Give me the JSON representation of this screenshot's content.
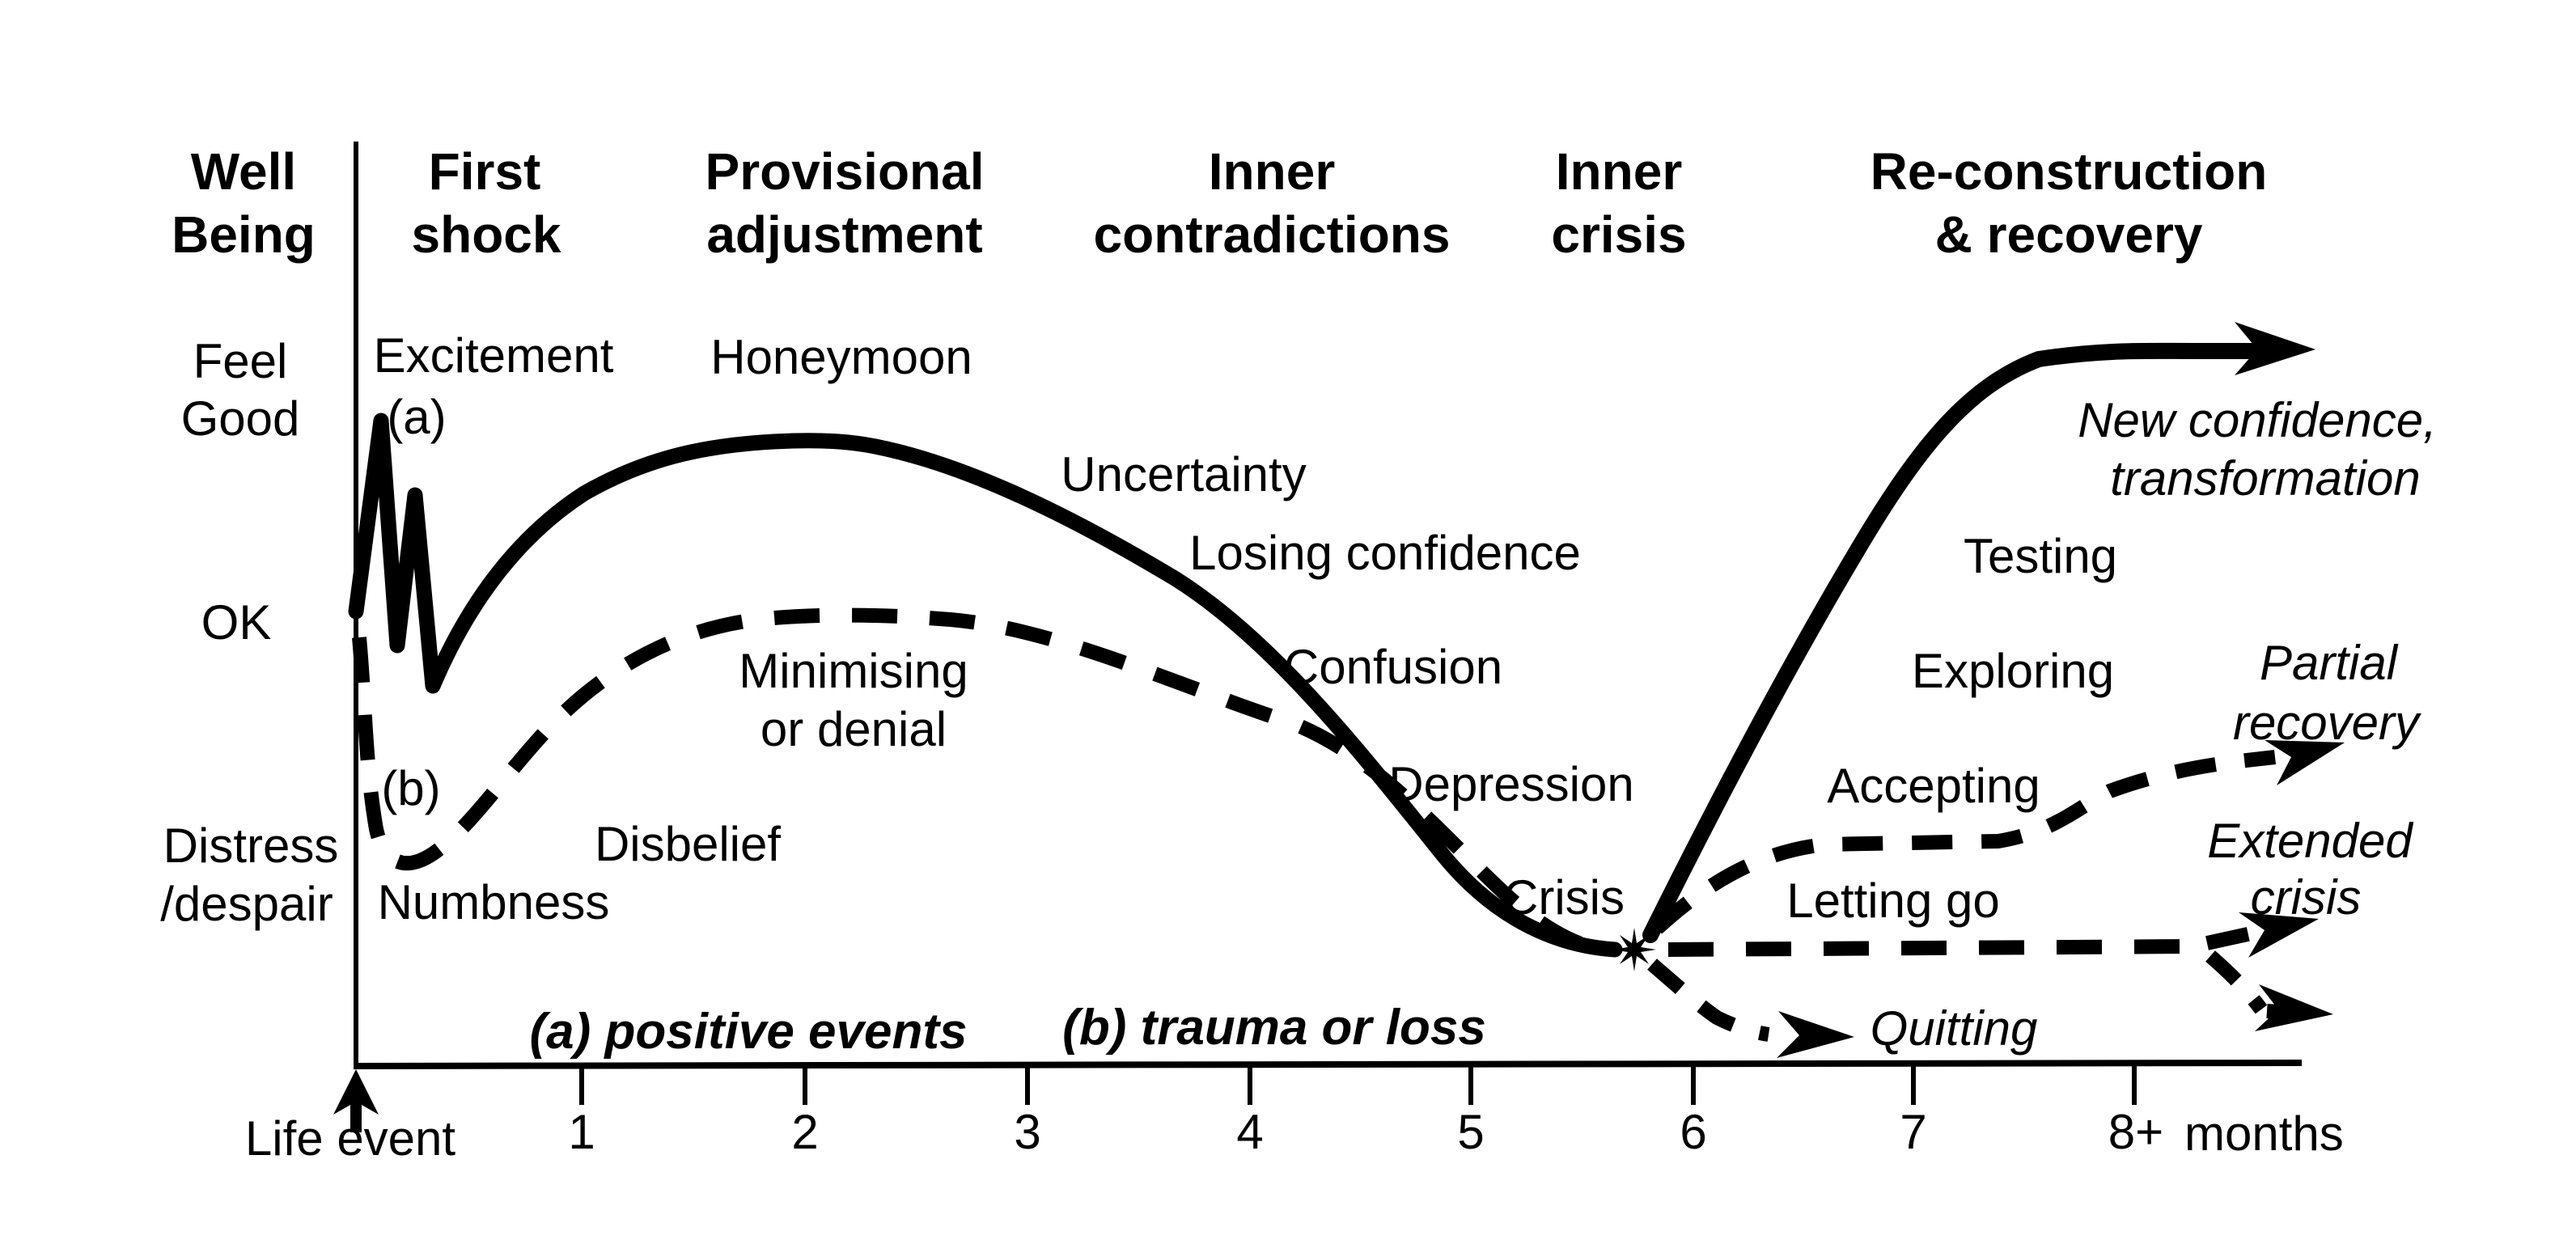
{
  "title_hint": "Transition / change curve diagram of well-being over months after a life event",
  "colors": {
    "ink": "#000000",
    "background": "#ffffff"
  },
  "axes": {
    "y_title_line1": "Well",
    "y_title_line2": "Being",
    "y_labels": {
      "feel_line1": "Feel",
      "feel_line2": "Good",
      "ok": "OK",
      "distress_line1": "Distress",
      "distress_line2": "/despair"
    },
    "x_origin_label": "Life event",
    "x_ticks": [
      "1",
      "2",
      "3",
      "4",
      "5",
      "6",
      "7",
      "8+"
    ],
    "x_unit": "months"
  },
  "phases": [
    {
      "line1": "First",
      "line2": "shock"
    },
    {
      "line1": "Provisional",
      "line2": "adjustment"
    },
    {
      "line1": "Inner",
      "line2": "contradictions"
    },
    {
      "line1": "Inner",
      "line2": "crisis"
    },
    {
      "line1": "Re-construction",
      "line2": "& recovery"
    }
  ],
  "curve_labels": {
    "excitement": "Excitement",
    "a_marker": "(a)",
    "honeymoon": "Honeymoon",
    "uncertainty": "Uncertainty",
    "losing_confidence": "Losing confidence",
    "confusion": "Confusion",
    "depression": "Depression",
    "crisis": "Crisis",
    "b_marker": "(b)",
    "numbness": "Numbness",
    "disbelief": "Disbelief",
    "minimising_line1": "Minimising",
    "minimising_line2": "or denial",
    "testing": "Testing",
    "exploring": "Exploring",
    "accepting": "Accepting",
    "letting_go": "Letting go",
    "quitting": "Quitting",
    "new_confidence_line1": "New confidence,",
    "new_confidence_line2": "transformation",
    "partial_line1": "Partial",
    "partial_line2": "recovery",
    "extended_line1": "Extended",
    "extended_line2": "crisis"
  },
  "legend": {
    "a": "(a) positive events",
    "b": "(b) trauma or loss"
  },
  "curves": [
    {
      "name": "(a) positive events",
      "style": "solid"
    },
    {
      "name": "(b) trauma or loss",
      "style": "dashed"
    }
  ]
}
